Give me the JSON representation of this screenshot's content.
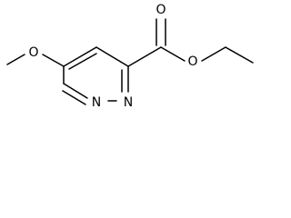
{
  "molecule": {
    "atoms": {
      "ring_nitrogen_1": "N",
      "ring_nitrogen_2": "N",
      "ester_carbonyl_oxygen": "O",
      "ester_ether_oxygen": "O",
      "methoxy_oxygen": "O"
    }
  }
}
